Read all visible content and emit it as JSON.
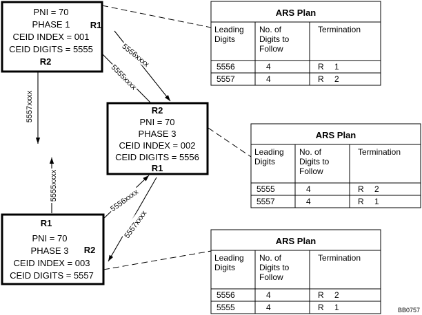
{
  "nodes": {
    "top": {
      "lines": [
        "PNI = 70",
        "PHASE 1",
        "CEID INDEX = 001",
        "CEID DIGITS = 5555"
      ],
      "ports": [
        "R1",
        "R2"
      ]
    },
    "middle": {
      "lines": [
        "PNI = 70",
        "PHASE 3",
        "CEID INDEX = 002",
        "CEID DIGITS = 5556"
      ],
      "ports": [
        "R2",
        "R1"
      ]
    },
    "bottom": {
      "lines": [
        "PNI = 70",
        "PHASE 3",
        "CEID INDEX = 003",
        "CEID DIGITS = 5557"
      ],
      "ports": [
        "R1",
        "R2"
      ]
    }
  },
  "edge_labels": {
    "top_to_middle_down": "5556xxxx",
    "middle_to_top_up": "5555xxxx",
    "top_to_bottom_down": "5557xxxx",
    "bottom_to_top_up": "5555xxxx",
    "bottom_to_middle_up": "5556xxxx",
    "middle_to_bottom_down": "5557xxxx"
  },
  "ars_tables": [
    {
      "title": "ARS Plan",
      "headers": [
        "Leading Digits",
        "No. of Digits to Follow",
        "Termination"
      ],
      "rows": [
        {
          "digits": "5556",
          "follow": "4",
          "route": "R",
          "num": "1"
        },
        {
          "digits": "5557",
          "follow": "4",
          "route": "R",
          "num": "2"
        }
      ]
    },
    {
      "title": "ARS Plan",
      "headers": [
        "Leading Digits",
        "No. of Digits to Follow",
        "Termination"
      ],
      "rows": [
        {
          "digits": "5555",
          "follow": "4",
          "route": "R",
          "num": "2"
        },
        {
          "digits": "5557",
          "follow": "4",
          "route": "R",
          "num": "1"
        }
      ]
    },
    {
      "title": "ARS Plan",
      "headers": [
        "Leading Digits",
        "No. of Digits to Follow",
        "Termination"
      ],
      "rows": [
        {
          "digits": "5556",
          "follow": "4",
          "route": "R",
          "num": "2"
        },
        {
          "digits": "5555",
          "follow": "4",
          "route": "R",
          "num": "1"
        }
      ]
    }
  ],
  "figure_id": "BB0757"
}
